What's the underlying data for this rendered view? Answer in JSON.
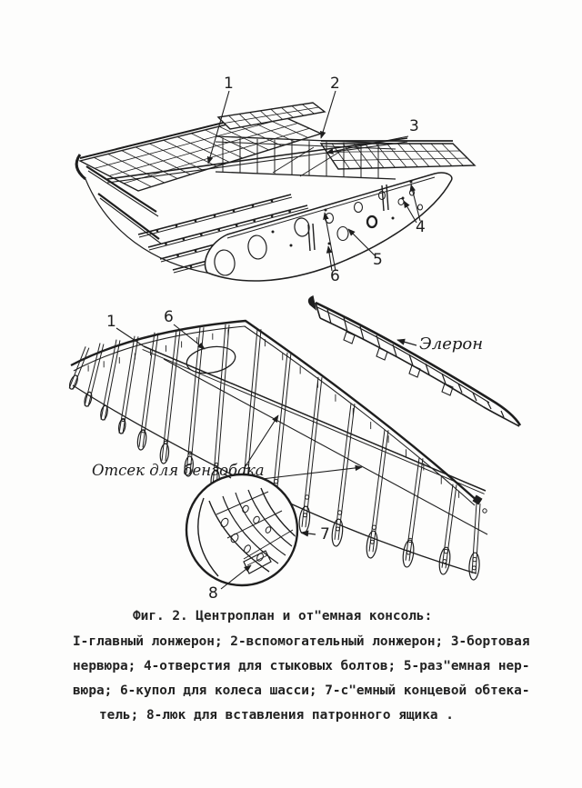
{
  "page": {
    "background": "#fdfdfc",
    "ink": "#1e1e1e"
  },
  "figure_top": {
    "callouts": {
      "c1": "1",
      "c2": "2",
      "c3": "3",
      "c4": "4",
      "c5": "5",
      "c6": "6"
    }
  },
  "figure_bottom": {
    "callouts": {
      "c1": "1",
      "c6": "6",
      "c7": "7",
      "c8": "8"
    },
    "labels": {
      "aileron": "Элерон",
      "fuel_bay": "Отсек для бензобака"
    }
  },
  "caption": {
    "line1": "Фиг. 2. Центроплан и от\"емная консоль:",
    "line2": "I-главный лонжерон; 2-вспомогательный лонжерон; 3-бортовая",
    "line3": "нервюра; 4-отверстия для стыковых болтов; 5-раз\"емная нер-",
    "line4": "вюра; 6-купол для колеса шасси; 7-с\"емный концевой обтека-",
    "line5": "тель; 8-люк для вставления патронного ящика ."
  }
}
